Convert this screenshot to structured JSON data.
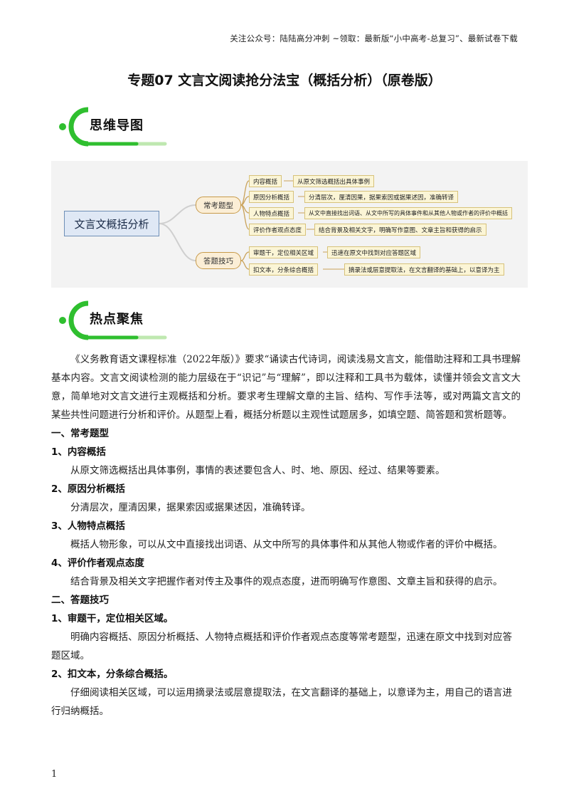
{
  "header": {
    "note": "关注公众号：陆陆高分冲刺 ~领取：最新版“小中高考-总复习”、最新试卷下载"
  },
  "title": "专题07 文言文阅读抢分法宝（概括分析）（原卷版）",
  "sections": {
    "mindmap_banner": "思维导图",
    "hotspot_banner": "热点聚焦"
  },
  "mindmap": {
    "root": "文言文概括分析",
    "branches": [
      {
        "label": "常考题型",
        "items": [
          {
            "type": "内容概括",
            "desc": "从原文筛选概括出具体事例"
          },
          {
            "type": "原因分析概括",
            "desc": "分清层次，厘清因果，据果索因或据果述因，准确转译"
          },
          {
            "type": "人物特点概括",
            "desc": "从文中直接找出词语、从文中所写的具体事件和从其他人物或作者的评价中概括"
          },
          {
            "type": "评价作者观点态度",
            "desc": "结合背景及相关文字，明确写作意图、文章主旨和获得的启示"
          }
        ]
      },
      {
        "label": "答题技巧",
        "items": [
          {
            "type": "审题干，定位相关区域",
            "desc": "迅速在原文中找到对应答题区域"
          },
          {
            "type": "扣文本，分条综合概括",
            "desc": "摘录法或层意提取法，在文言翻译的基础上，以意译为主"
          }
        ]
      }
    ]
  },
  "intro": "《义务教育语文课程标准（2022年版）》要求“诵读古代诗词，阅读浅易文言文，能借助注释和工具书理解基本内容。文言文阅读检测的能力层级在于“识记”与“理解”，即以注释和工具书为载体，读懂并领会文言文大意，简单地对文言文进行主观概括和分析。要求考生理解文章的主旨、结构、写作手法等，或对两篇文言文的某些共性问题进行分析和评价。从题型上看，概括分析题以主观性试题居多，如填空题、简答题和赏析题等。",
  "part1": {
    "heading": "一、常考题型",
    "items": [
      {
        "heading": "1、内容概括",
        "text": "从原文筛选概括出具体事例，事情的表述要包含人、时、地、原因、经过、结果等要素。"
      },
      {
        "heading": "2、原因分析概括",
        "text": "分清层次，厘清因果，据果索因或据果述因，准确转译。"
      },
      {
        "heading": "3、人物特点概括",
        "text": "概括人物形象，可以从文中直接找出词语、从文中所写的具体事件和从其他人物或作者的评价中概括。"
      },
      {
        "heading": "4、评价作者观点态度",
        "text": "结合背景及相关文字把握作者对传主及事件的观点态度，进而明确写作意图、文章主旨和获得的启示。"
      }
    ]
  },
  "part2": {
    "heading": "二、答题技巧",
    "items": [
      {
        "heading": "1、审题干，定位相关区域。",
        "text": "明确内容概括、原因分析概括、人物特点概括和评价作者观点态度等常考题型，迅速在原文中找到对应答题区域。"
      },
      {
        "heading": "2、扣文本，分条综合概括。",
        "text": "仔细阅读相关区域，可以运用摘录法或层意提取法，在文言翻译的基础上，以意译为主，用自己的语言进行归纳概括。"
      }
    ]
  },
  "page_number": "1",
  "colors": {
    "banner_green": "#2fbf2f",
    "banner_light": "#bfe8b0",
    "root_border": "#6f8fb6",
    "branch_border": "#c79a4a"
  }
}
